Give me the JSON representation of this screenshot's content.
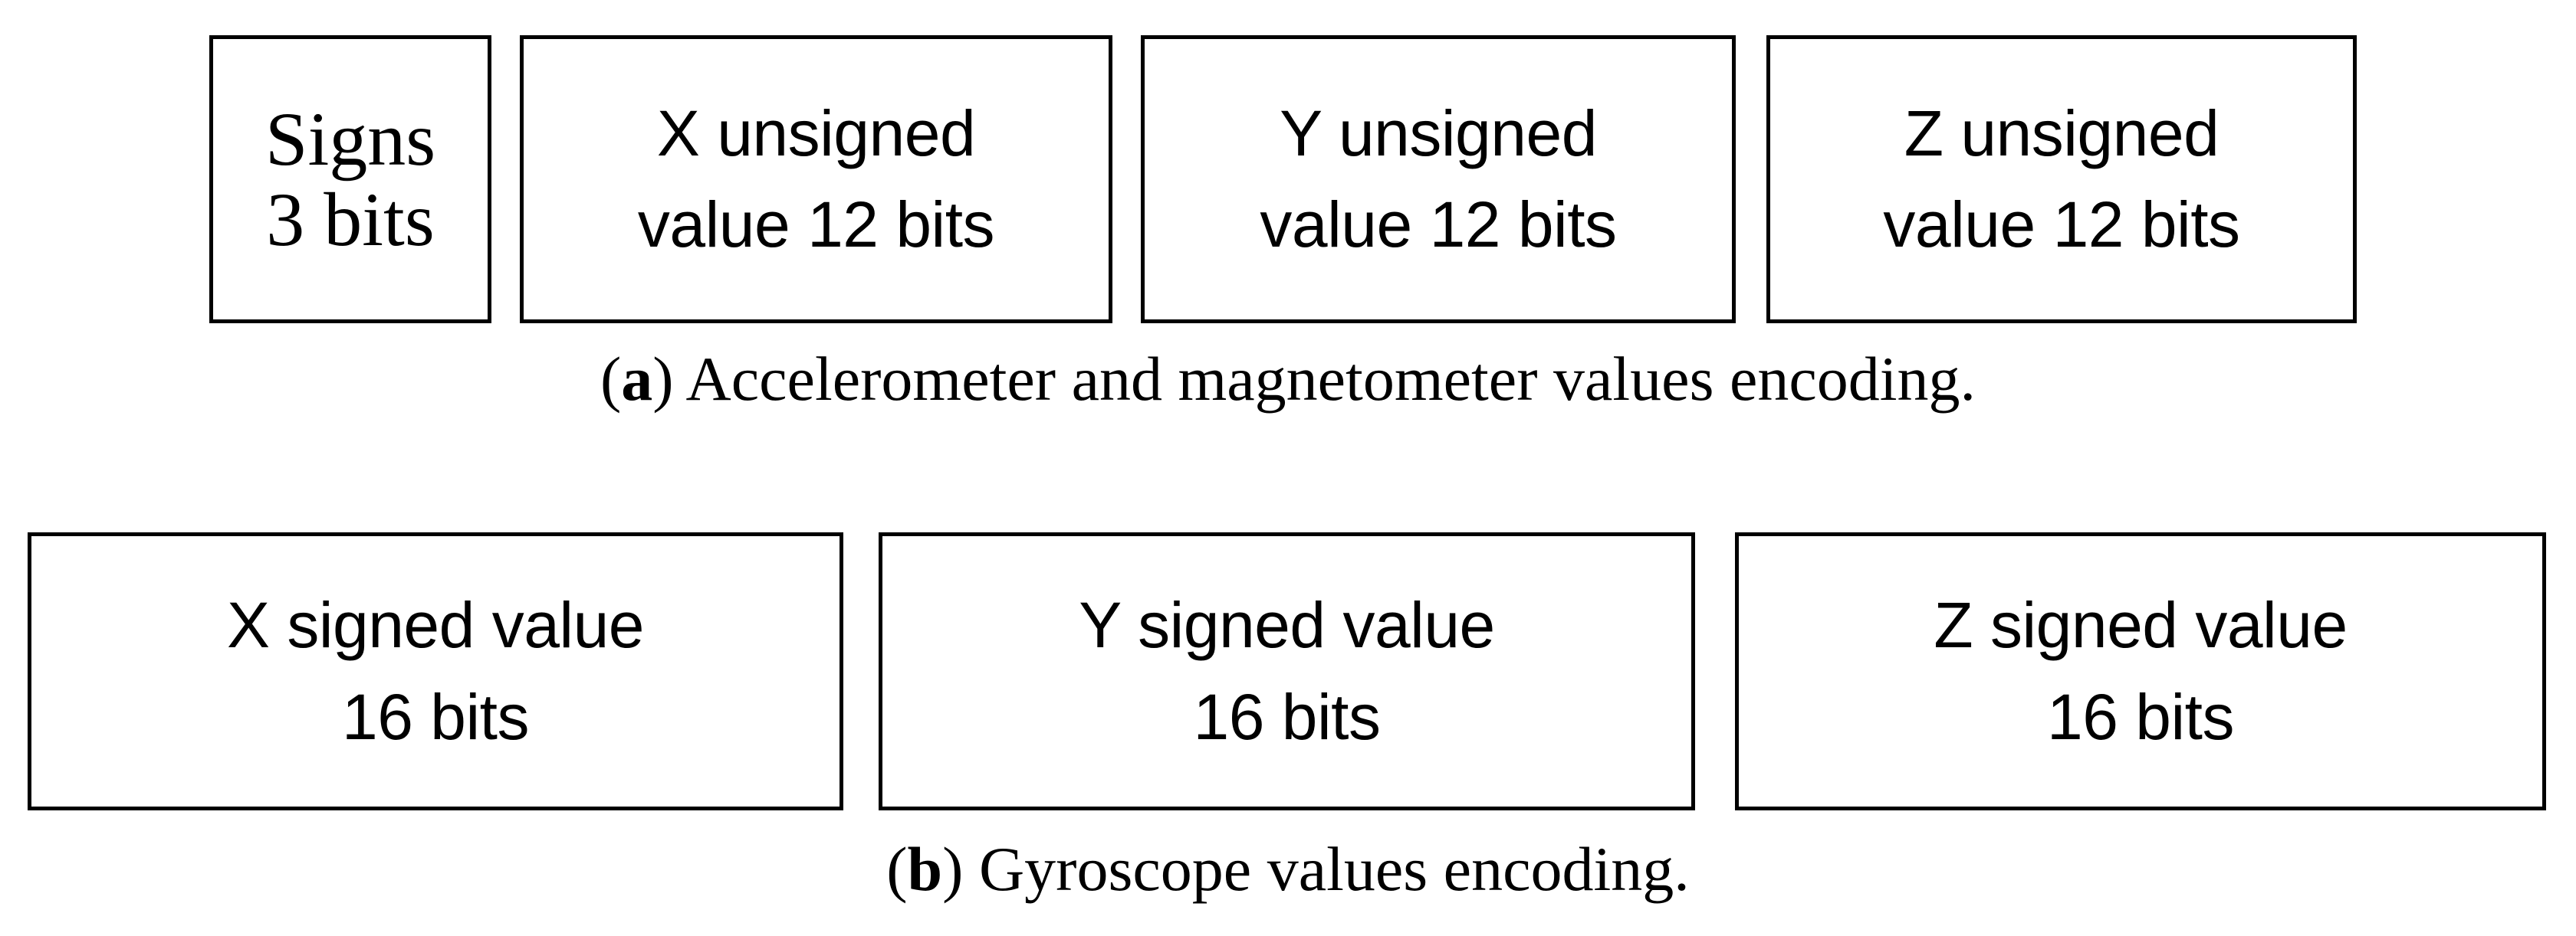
{
  "figure": {
    "colors": {
      "background": "#ffffff",
      "border": "#000000",
      "text": "#000000"
    },
    "encoding_a": {
      "boxes": [
        {
          "id": "signs",
          "line1": "Signs",
          "line2": "3 bits"
        },
        {
          "id": "x-unsigned",
          "line1": "X unsigned",
          "line2": "value 12 bits"
        },
        {
          "id": "y-unsigned",
          "line1": "Y unsigned",
          "line2": "value 12 bits"
        },
        {
          "id": "z-unsigned",
          "line1": "Z unsigned",
          "line2": "value 12 bits"
        }
      ],
      "caption": {
        "open_paren": "(",
        "label": "a",
        "close_paren": ")",
        "text": " Accelerometer and magnetometer values encoding."
      }
    },
    "encoding_b": {
      "boxes": [
        {
          "id": "x-signed",
          "line1": "X signed value",
          "line2": "16 bits"
        },
        {
          "id": "y-signed",
          "line1": "Y signed value",
          "line2": "16 bits"
        },
        {
          "id": "z-signed",
          "line1": "Z signed value",
          "line2": "16 bits"
        }
      ],
      "caption": {
        "open_paren": "(",
        "label": "b",
        "close_paren": ")",
        "text": " Gyroscope values encoding."
      }
    }
  }
}
